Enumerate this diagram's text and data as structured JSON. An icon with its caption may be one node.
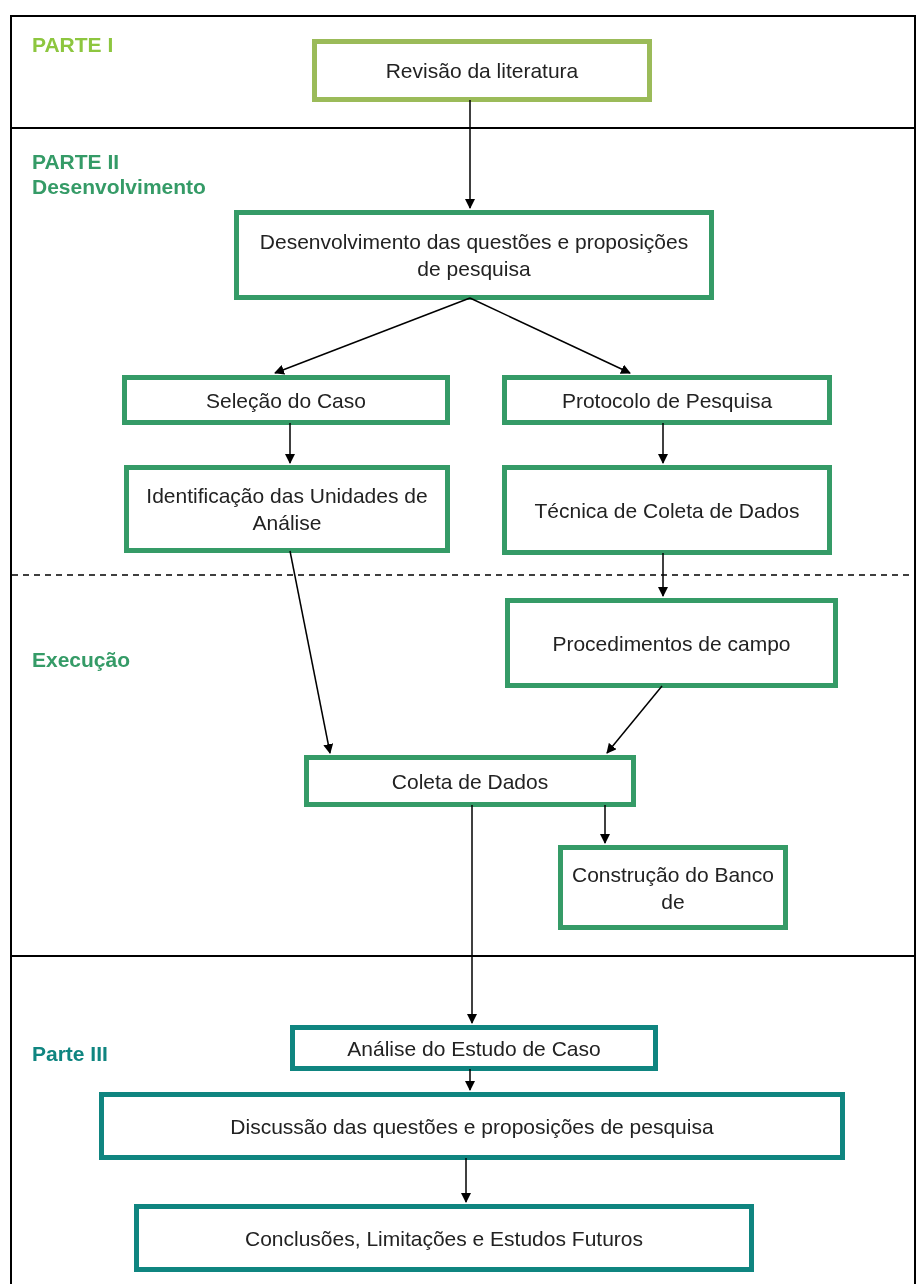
{
  "diagram": {
    "nodes": [
      {
        "text": [
          "PARTE I"
        ]
      },
      {
        "text": [
          "Revisão da literatura"
        ],
        "in": 0
      },
      {
        "text": [
          "PARTE II Desenvolvimento",
          "Execução"
        ]
      },
      {
        "text": [
          "Desenvolvimento das questões e proposições de pesquisa"
        ],
        "in": 2
      },
      {
        "text": [
          "Seleção do Caso"
        ],
        "in": 2
      },
      {
        "text": [
          "Protocolo de Pesquisa"
        ],
        "in": 2
      },
      {
        "text": [
          "Identificação das Unidades de Análise"
        ],
        "in": 2
      },
      {
        "text": [
          "Técnica de Coleta de Dados"
        ],
        "in": 2
      },
      {
        "text": [
          "Procedimentos de campo"
        ],
        "in": 2
      },
      {
        "text": [
          "Coleta de Dados"
        ],
        "in": 2
      },
      {
        "text": [
          "Construção do Banco de"
        ],
        "in": 2
      },
      {
        "text": [
          "Parte III"
        ]
      },
      {
        "text": [
          "Análise do Estudo de Caso"
        ],
        "in": 11
      },
      {
        "text": [
          "Discussão das questões e proposições de pesquisa"
        ],
        "in": 11
      },
      {
        "text": [
          "Conclusões, Limitações e Estudos Futuros"
        ],
        "in": 11
      }
    ],
    "edges": [
      {
        "from": 1,
        "to": 3,
        "arrow": "to"
      },
      {
        "from": 3,
        "to": 4,
        "arrow": "to"
      },
      {
        "from": 3,
        "to": 5,
        "arrow": "to"
      },
      {
        "from": 4,
        "to": 6,
        "arrow": "to"
      },
      {
        "from": 5,
        "to": 7,
        "arrow": "to"
      },
      {
        "from": 7,
        "to": 8,
        "arrow": "to"
      },
      {
        "from": 6,
        "to": 9,
        "arrow": "to"
      },
      {
        "from": 8,
        "to": 9,
        "arrow": "to"
      },
      {
        "from": 9,
        "to": 10,
        "arrow": "to"
      },
      {
        "from": 9,
        "to": 12,
        "arrow": "to"
      },
      {
        "from": 12,
        "to": 13,
        "arrow": "to"
      },
      {
        "from": 13,
        "to": 14,
        "arrow": "to"
      }
    ]
  }
}
